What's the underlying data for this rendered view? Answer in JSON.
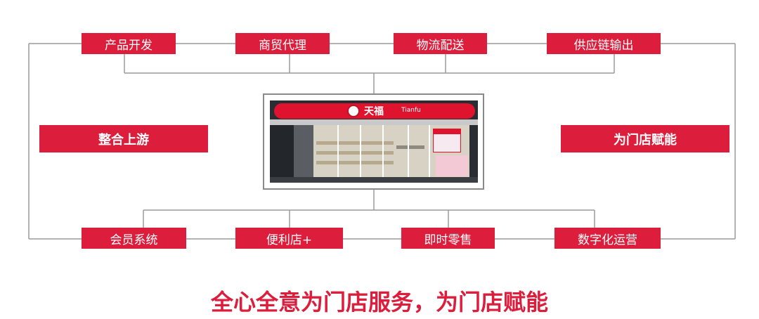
{
  "top_boxes": [
    "产品开发",
    "商贸代理",
    "物流配送",
    "供应链输出"
  ],
  "bottom_boxes": [
    "会员系统",
    "便利店+",
    "即时零售",
    "数字化运营"
  ],
  "left_label": "整合上游",
  "right_label": "为门店赋能",
  "store_sign": {
    "cn": "天福",
    "en": "Tianfu"
  },
  "slogan": "全心全意为门店服务，为门店赋能",
  "colors": {
    "accent": "#dc1e3c",
    "line": "#9a9a9a"
  }
}
